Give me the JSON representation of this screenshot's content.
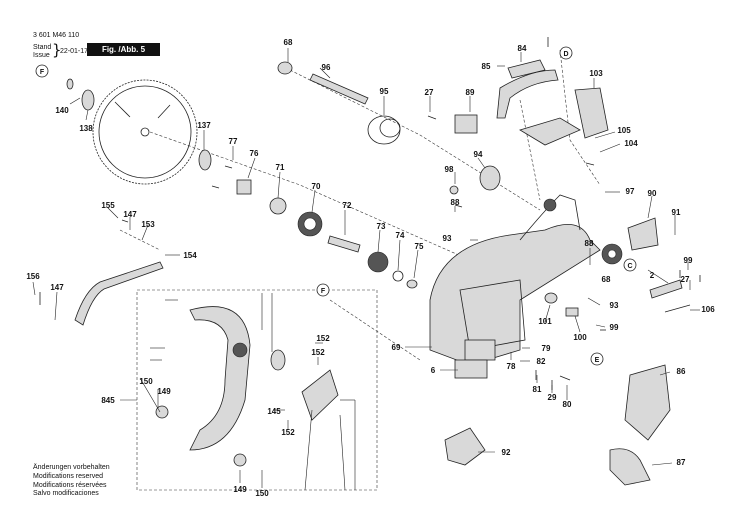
{
  "header": {
    "part_number": "3 601 M46 110",
    "stand_label": "Stand",
    "issue_label": "Issue",
    "date": "22-01-17",
    "figure_label": "Fig. /Abb. 5"
  },
  "footer": {
    "lines": [
      "Änderungen vorbehalten",
      "Modifications reserved",
      "Modifications réservées",
      "Salvo modificaciones"
    ]
  },
  "callouts": {
    "c1": "68",
    "c2": "96",
    "c3": "95",
    "c4": "27",
    "c5": "89",
    "c6": "84",
    "c7": "85",
    "c8": "103",
    "c9": "140",
    "c10": "138",
    "c11": "137",
    "c12": "77",
    "c13": "76",
    "c14": "71",
    "c15": "70",
    "c16": "72",
    "c17": "73",
    "c18": "74",
    "c19": "75",
    "c20": "94",
    "c21": "98",
    "c22": "88",
    "c23": "93",
    "c24": "97",
    "c25": "105",
    "c26": "104",
    "c27": "90",
    "c28": "91",
    "c29": "155",
    "c30": "147",
    "c31": "153",
    "c32": "154",
    "c33": "156",
    "c34": "147",
    "c35": "88",
    "c36": "68",
    "c37": "2",
    "c38": "99",
    "c39": "27",
    "c40": "93",
    "c41": "101",
    "c42": "99",
    "c43": "100",
    "c44": "106",
    "c45": "152",
    "c46": "152",
    "c47": "69",
    "c48": "79",
    "c49": "82",
    "c50": "6",
    "c51": "78",
    "c52": "81",
    "c53": "29",
    "c54": "80",
    "c55": "86",
    "c56": "150",
    "c57": "149",
    "c58": "845",
    "c59": "145",
    "c60": "152",
    "c61": "92",
    "c62": "87",
    "c63": "149",
    "c64": "150"
  },
  "reference_marks": {
    "F_top": "F",
    "D": "D",
    "C": "C",
    "E": "E",
    "F_mid": "F"
  }
}
